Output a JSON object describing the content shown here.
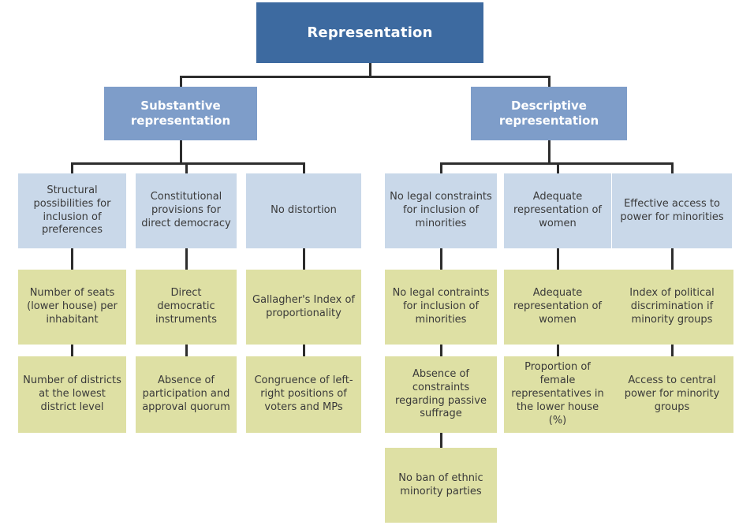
{
  "tree": {
    "root": {
      "label": "Representation"
    },
    "branches": [
      {
        "label": "Substantive representation",
        "children": [
          {
            "label": "Structural possibilities for inclusion of preferences",
            "indicators": [
              "Number of seats (lower house) per inhabitant",
              "Number of districts at the lowest district level"
            ]
          },
          {
            "label": "Constitutional provisions for direct democracy",
            "indicators": [
              "Direct democratic instruments",
              "Absence of participation and approval quorum"
            ]
          },
          {
            "label": "No distortion",
            "indicators": [
              "Gallagher's Index of proportionality",
              "Congruence of left-right positions of voters and MPs"
            ]
          }
        ]
      },
      {
        "label": "Descriptive representation",
        "children": [
          {
            "label": "No legal constraints for inclusion of minorities",
            "indicators": [
              "No legal contraints for inclusion of minorities",
              "Absence of constraints regarding passive suffrage",
              "No ban of ethnic minority parties"
            ]
          },
          {
            "label": "Adequate representation of women",
            "indicators": [
              "Adequate representation of women",
              "Proportion of female representatives in the lower house (%)"
            ]
          },
          {
            "label": "Effective access to power for minorities",
            "indicators": [
              "Index of political discrimination if minority groups",
              "Access to central power for minority groups"
            ]
          }
        ]
      }
    ]
  },
  "colors": {
    "root_fill": "#3d6aa0",
    "branch_fill": "#7e9dc9",
    "criterion_fill": "#c9d8e9",
    "indicator_fill": "#dee0a4",
    "connector": "#2d2d2d",
    "root_text": "#ffffff",
    "body_text": "#3a3a3a"
  }
}
